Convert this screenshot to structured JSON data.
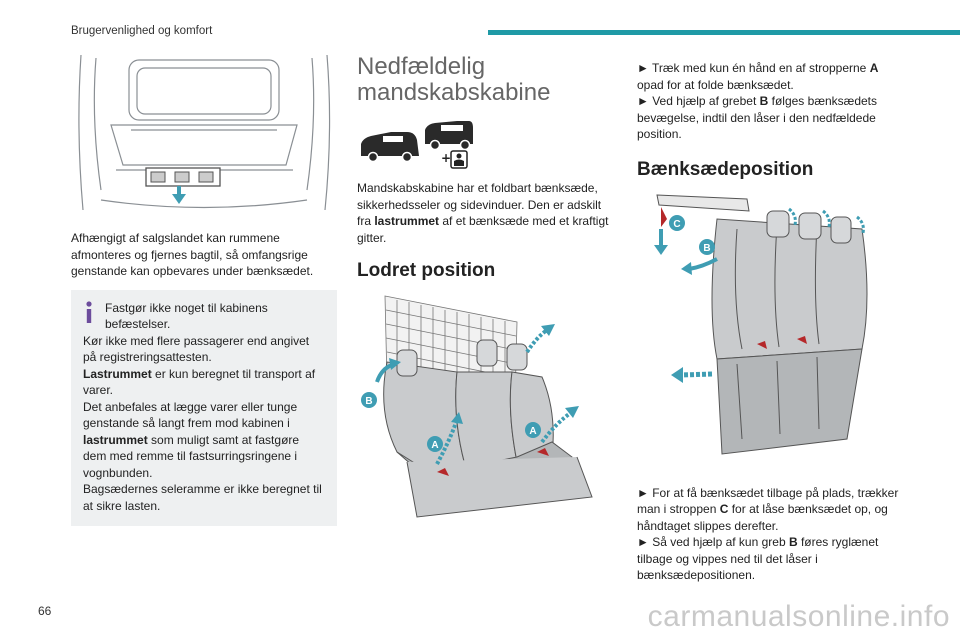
{
  "header": {
    "section": "Brugervenlighed og komfort"
  },
  "page_number": "66",
  "watermark": "carmanualsonline.info",
  "col1": {
    "para1": "Afhængigt af salgslandet kan rummene afmonteres og fjernes bagtil, så omfangsrige genstande kan opbevares under bænksædet.",
    "info": {
      "line1": "Fastgør ikke noget til kabinens befæstelser.",
      "line2": "Kør ikke med flere passagerer end angivet på registreringsattesten.",
      "line3_bold": "Lastrummet",
      "line3_rest": " er kun beregnet til transport af varer.",
      "line4_a": "Det anbefales at lægge varer eller tunge genstande så langt frem mod kabinen i ",
      "line4_bold": "lastrummet",
      "line4_b": " som muligt samt at fastgøre dem med remme til fastsurringsringene i vognbunden.",
      "line5": "Bagsædernes seleramme er ikke beregnet til at sikre lasten."
    }
  },
  "col2": {
    "title": "Nedfældelig mandskabskabine",
    "para_a": "Mandskabskabine har et foldbart bænksæde, sikkerhedsseler og sidevinduer. Den er adskilt fra ",
    "para_bold": "lastrummet",
    "para_b": " af et bænksæde med et kraftigt gitter.",
    "subtitle": "Lodret position",
    "labels": {
      "A": "A",
      "B": "B"
    }
  },
  "col3": {
    "step1_a": "► Træk med kun én hånd en af stropperne ",
    "step1_bold": "A",
    "step1_b": " opad for at folde bænksædet.",
    "step2_a": "► Ved hjælp af grebet ",
    "step2_bold": "B",
    "step2_b": " følges bænksædets bevægelse, indtil den låser i den nedfældede position.",
    "subtitle": "Bænksædeposition",
    "step3_a": "► For at få bænksædet tilbage på plads, trækker man i stroppen ",
    "step3_bold": "C",
    "step3_b": " for at låse bænksædet op, og håndtaget slippes derefter.",
    "step4_a": "► Så ved hjælp af kun greb ",
    "step4_bold": "B",
    "step4_b": " føres ryglænet tilbage og vippes ned til det låser i bænksædepositionen.",
    "labels": {
      "B": "B",
      "C": "C"
    }
  },
  "colors": {
    "accent": "#1f9aa6",
    "badge": "#3f9db3",
    "strap": "#b5282a",
    "box": "#eef0f1"
  }
}
